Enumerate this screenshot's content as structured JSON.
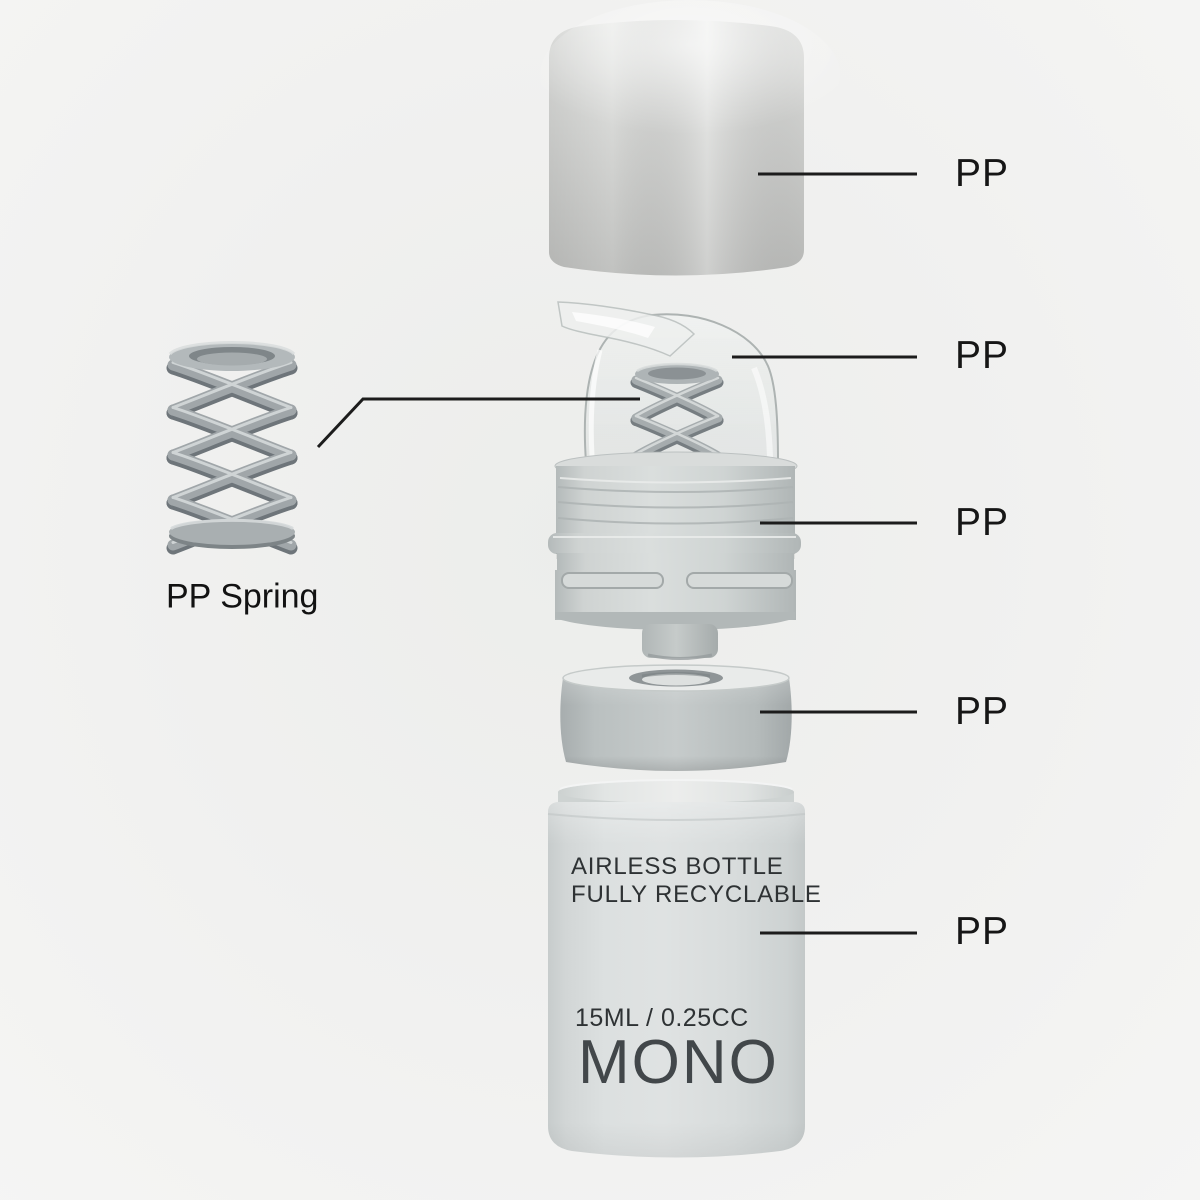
{
  "background": "#f1f1f0",
  "labels": {
    "cap": "PP",
    "actuator": "PP",
    "pump": "PP",
    "collar": "PP",
    "bottle": "PP",
    "spring": "PP Spring"
  },
  "bottle": {
    "line1": "AIRLESS BOTTLE",
    "line2": "FULLY RECYCLABLE",
    "volume": "15ML / 0.25CC",
    "brand": "MONO"
  },
  "colors": {
    "leader_line": "#1c1c1c",
    "label_text": "#161616",
    "bottle_text": "#2e3234",
    "brand_text": "#42474a",
    "component_gray": "#c6cacb",
    "frosted_gray": "#d7dadb",
    "spring_gray": "#a0a6a9"
  }
}
